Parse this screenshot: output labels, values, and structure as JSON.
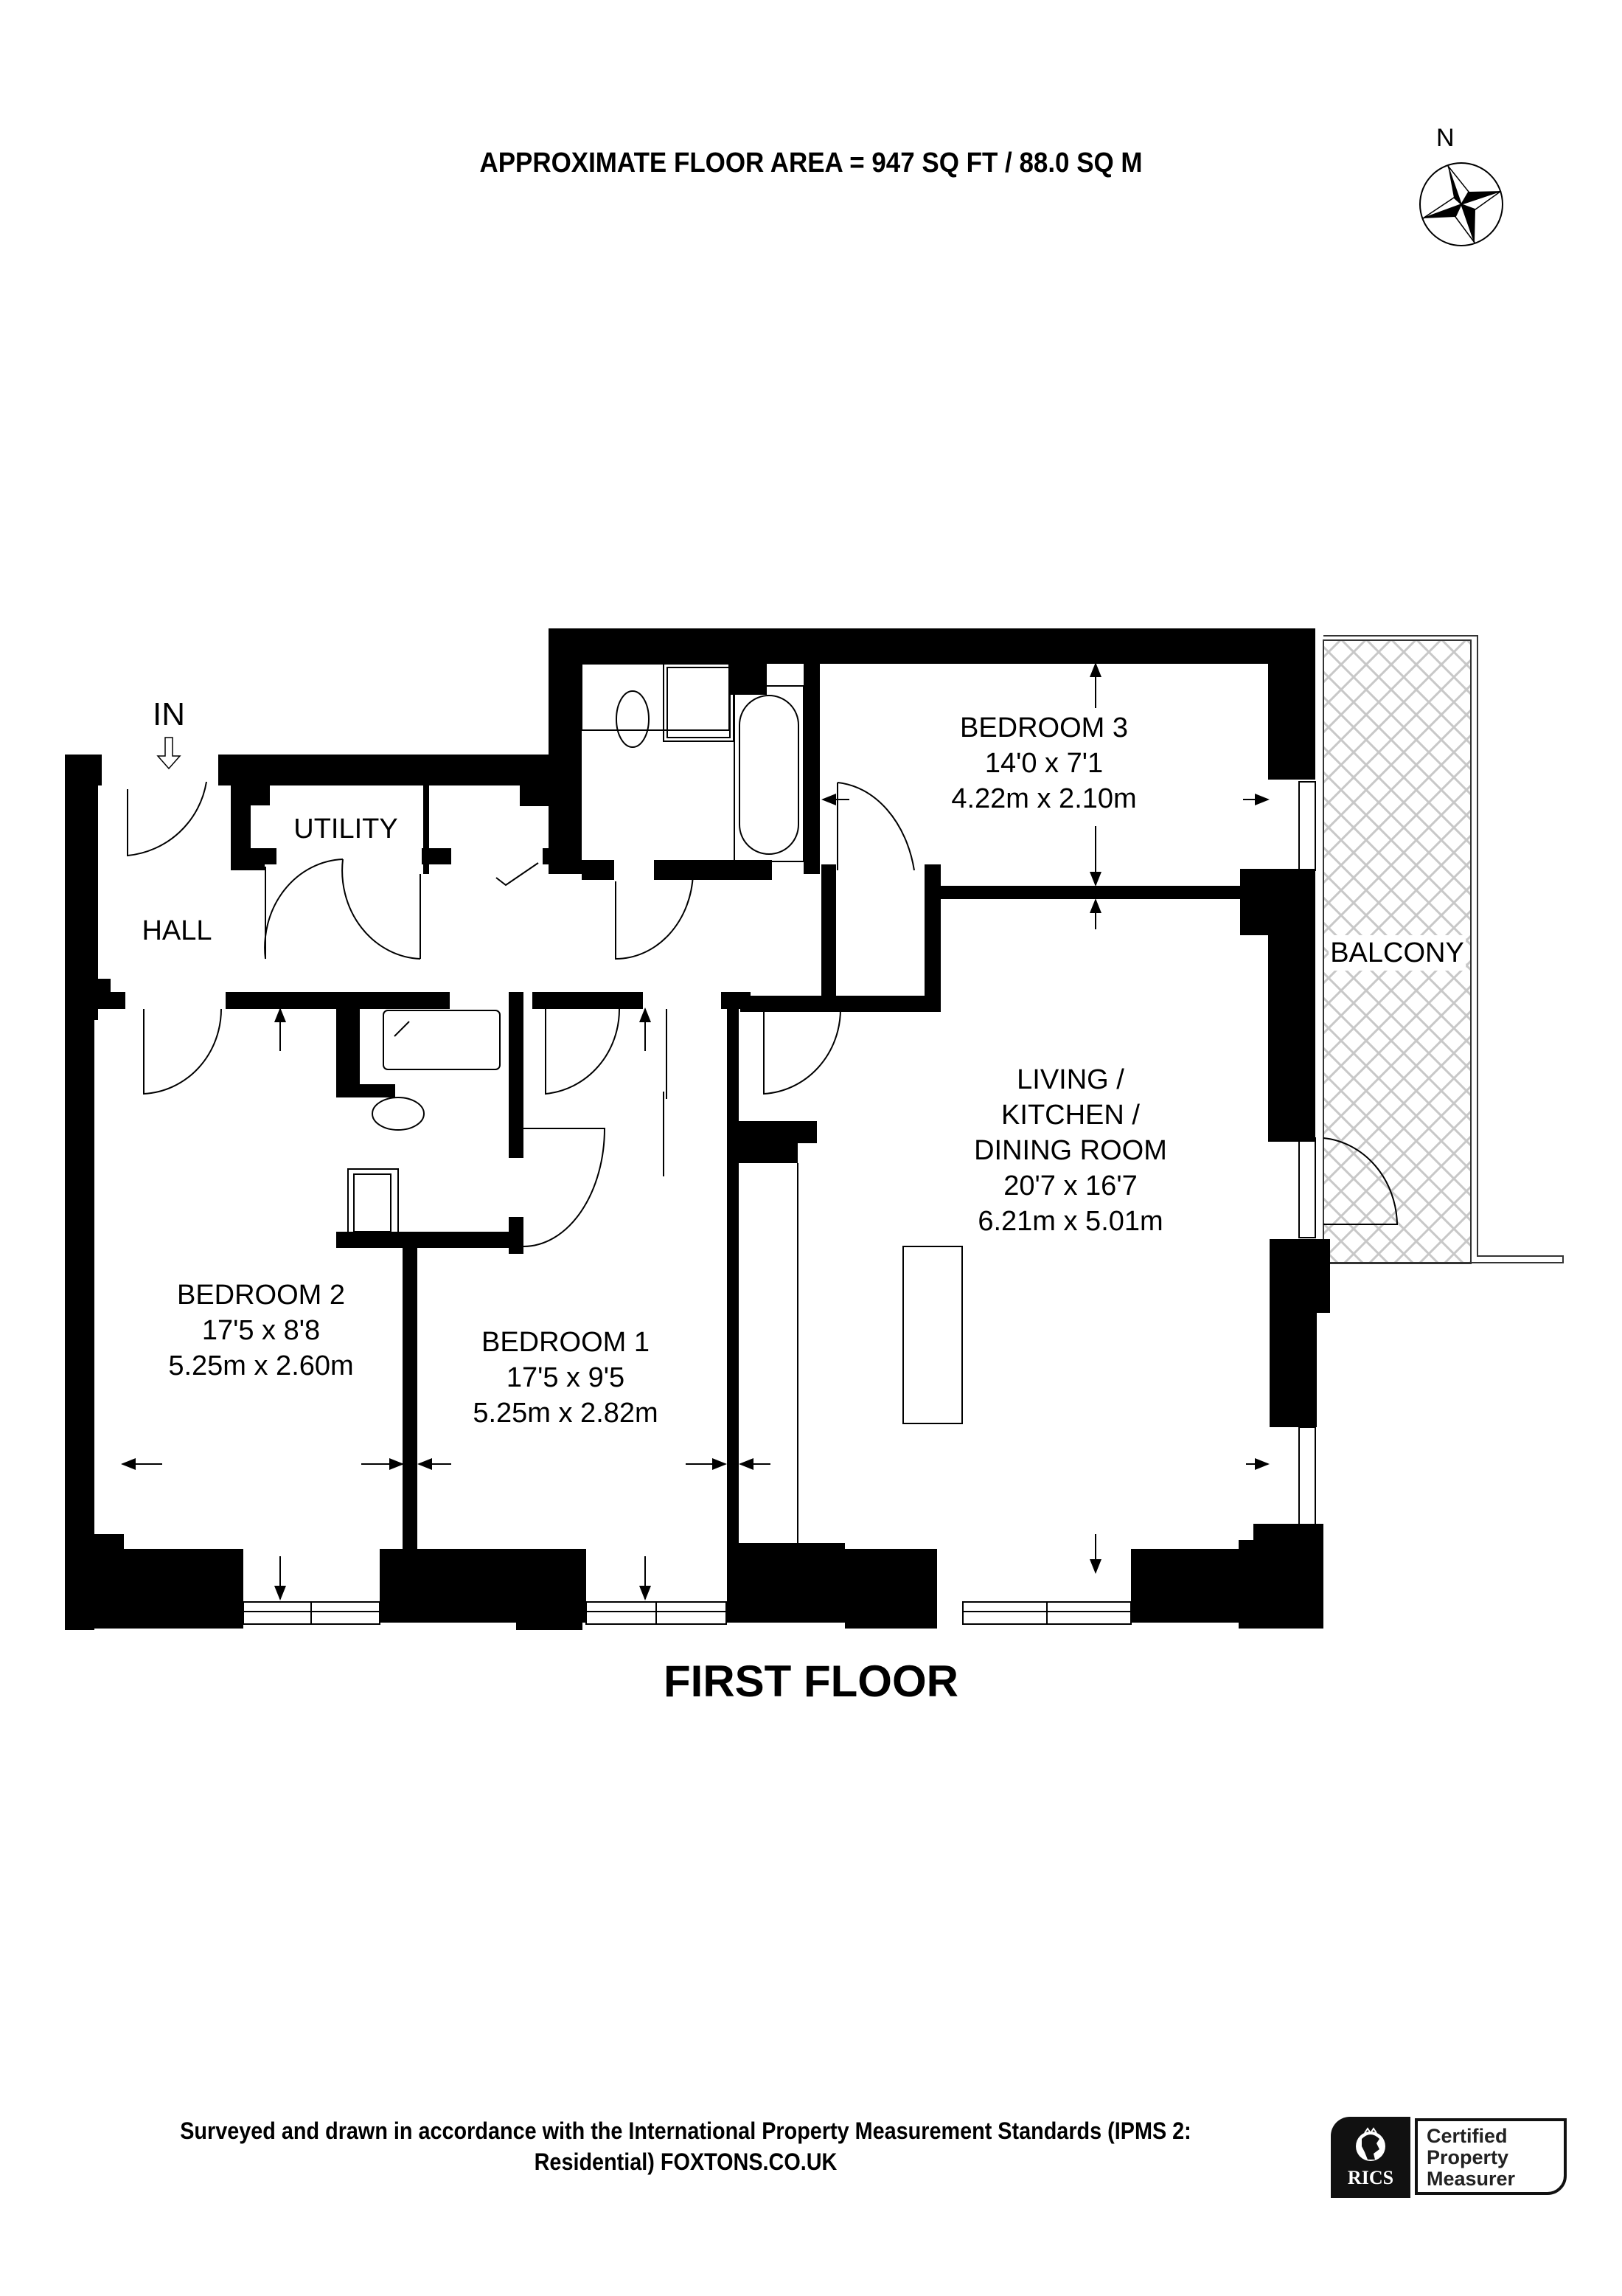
{
  "header": {
    "floor_area": "APPROXIMATE FLOOR AREA = 947 SQ FT / 88.0 SQ M",
    "compass_label": "N"
  },
  "plan": {
    "entrance_label": "IN",
    "rooms": [
      {
        "id": "hall",
        "name": "HALL"
      },
      {
        "id": "utility",
        "name": "UTILITY"
      },
      {
        "id": "bedroom3",
        "name": "BEDROOM 3",
        "imperial": "14'0 x 7'1",
        "metric": "4.22m x 2.10m"
      },
      {
        "id": "balcony",
        "name": "BALCONY"
      },
      {
        "id": "living",
        "name_lines": [
          "LIVING /",
          "KITCHEN /",
          "DINING ROOM"
        ],
        "imperial": "20'7 x 16'7",
        "metric": "6.21m x 5.01m"
      },
      {
        "id": "bedroom2",
        "name": "BEDROOM 2",
        "imperial": "17'5 x 8'8",
        "metric": "5.25m x 2.60m"
      },
      {
        "id": "bedroom1",
        "name": "BEDROOM 1",
        "imperial": "17'5 x 9'5",
        "metric": "5.25m x 2.82m"
      }
    ],
    "floor_name": "FIRST FLOOR"
  },
  "footer": {
    "line1": "Surveyed and drawn in accordance with the International Property Measurement Standards (IPMS 2:",
    "line2": "Residential) FOXTONS.CO.UK",
    "badge": {
      "org": "RICS",
      "line1": "Certified",
      "line2": "Property",
      "line3": "Measurer"
    }
  }
}
